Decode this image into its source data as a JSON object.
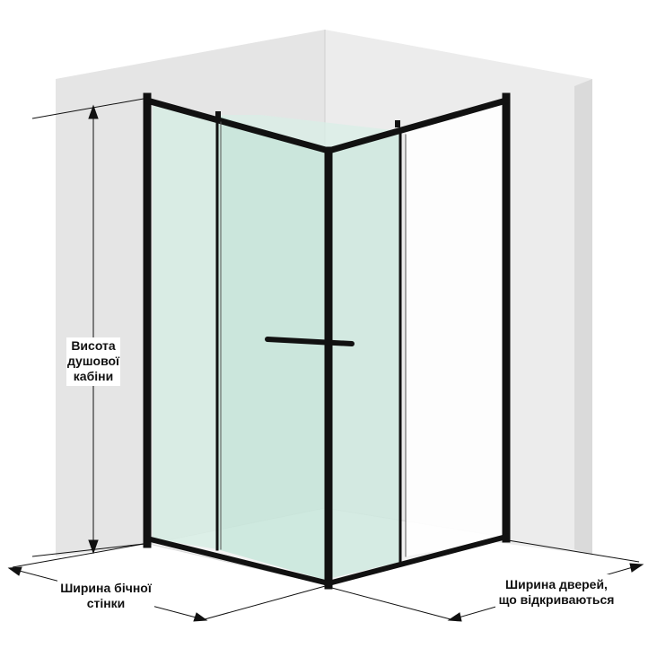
{
  "labels": {
    "height": [
      "Висота",
      "душової",
      "кабіни"
    ],
    "side_width": [
      "Ширина бічної",
      "стінки"
    ],
    "door_width": [
      "Ширина дверей,",
      "що відкриваються"
    ]
  },
  "colors": {
    "background": "#ffffff",
    "wall": "#e5e5e5",
    "wall_edge": "#d4d4d4",
    "frame": "#111111",
    "glass": "#cfe9df",
    "dimension_line": "#111111"
  }
}
